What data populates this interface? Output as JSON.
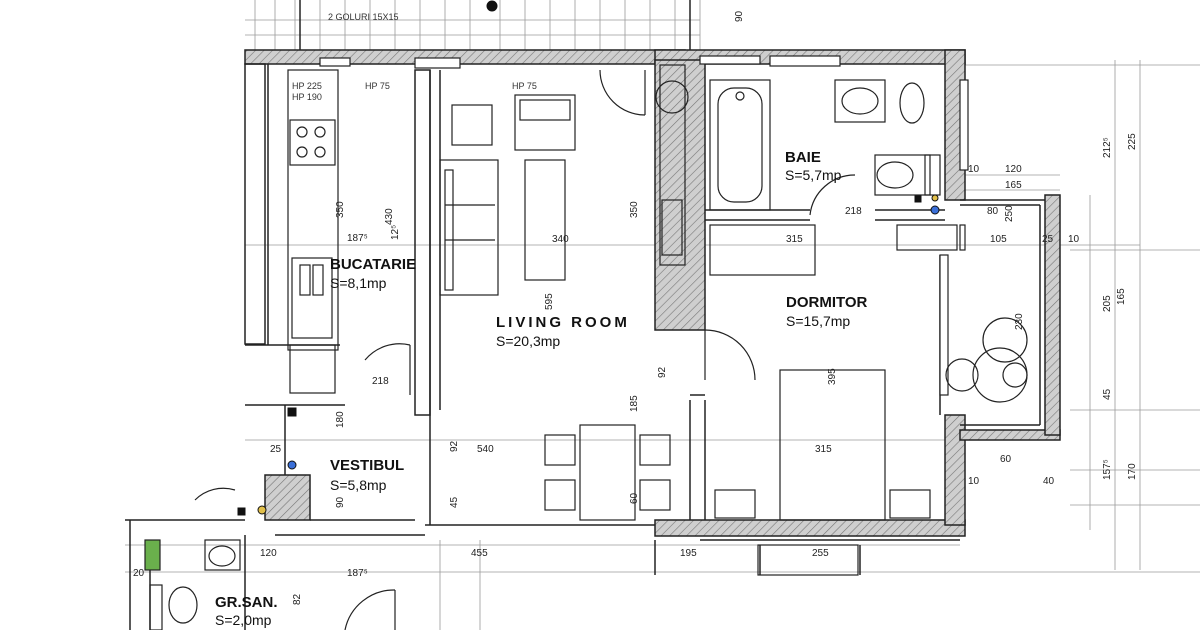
{
  "rooms": {
    "living": {
      "name": "LIVING ROOM",
      "area": "S=20,3mp"
    },
    "kitchen": {
      "name": "BUCATARIE",
      "area": "S=8,1mp"
    },
    "hall": {
      "name": "VESTIBUL",
      "area": "S=5,8mp"
    },
    "bath": {
      "name": "BAIE",
      "area": "S=5,7mp"
    },
    "bedroom": {
      "name": "DORMITOR",
      "area": "S=15,7mp"
    },
    "wc": {
      "name": "GR.SAN.",
      "area": "S=2,0mp"
    }
  },
  "notes": {
    "goluri": "2 GOLURI 15X15",
    "hp225": "HP 225",
    "hp190": "HP 190",
    "hp75a": "HP 75",
    "hp75b": "HP 75"
  },
  "dims": {
    "d340": "340",
    "d350a": "350",
    "d430": "430",
    "d350b": "350",
    "d595": "595",
    "d540": "540",
    "d315a": "315",
    "d315b": "315",
    "d395": "395",
    "d455": "455",
    "d255": "255",
    "d195": "195",
    "d120a": "120",
    "d165a": "165",
    "d105": "105",
    "d25a": "25",
    "d10a": "10",
    "d10b": "10",
    "d225": "225",
    "d212": "212⁵",
    "d205": "205",
    "d165b": "165",
    "d45": "45",
    "d170": "170",
    "d157": "157⁵",
    "d60": "60",
    "d40": "40",
    "d92a": "92",
    "d92b": "92",
    "d185": "185",
    "d60b": "60",
    "d45b": "45",
    "d218a": "218",
    "d218b": "218",
    "d187a": "187⁵",
    "d187b": "187⁵",
    "d125": "12⁵",
    "d90": "90",
    "d120b": "120",
    "d20": "20",
    "d10c": "10",
    "d90b": "90",
    "d80": "80",
    "d250": "250",
    "d230": "230",
    "d25b": "25",
    "d82": "82",
    "d180": "180"
  }
}
